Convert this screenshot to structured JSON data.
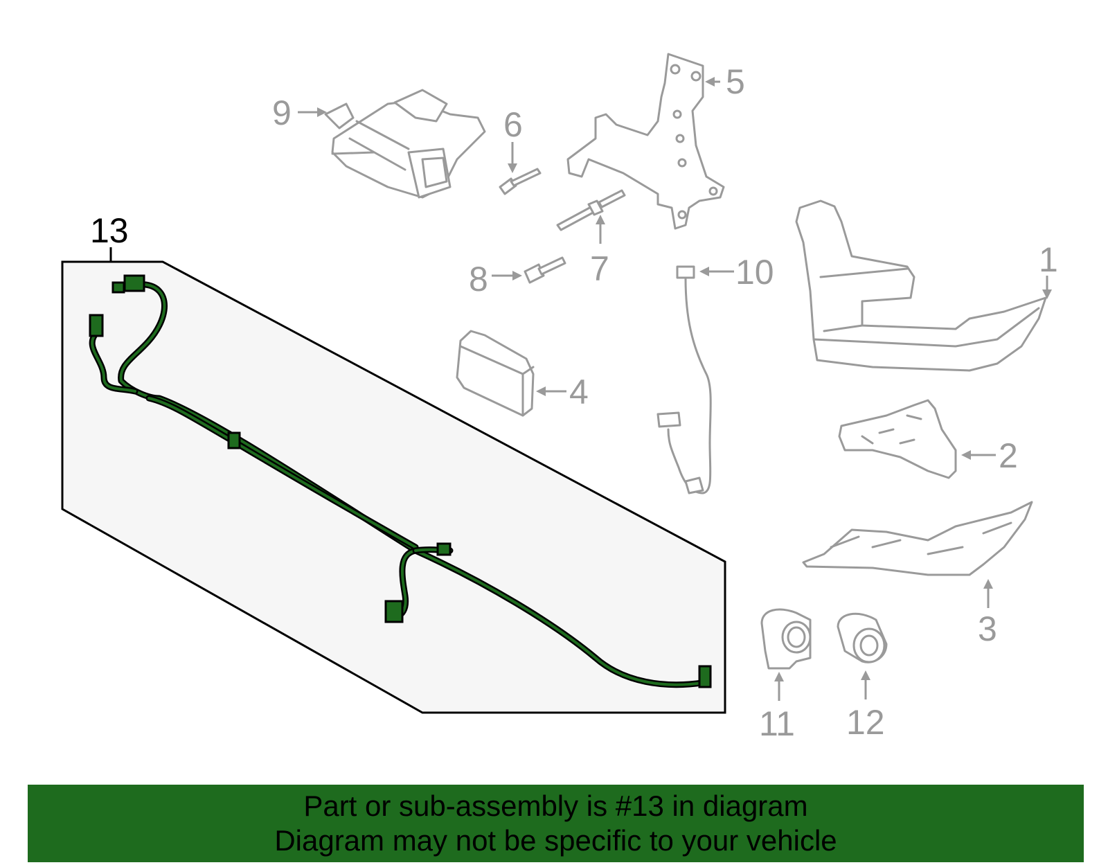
{
  "callouts": {
    "c1": "1",
    "c2": "2",
    "c3": "3",
    "c4": "4",
    "c5": "5",
    "c6": "6",
    "c7": "7",
    "c8": "8",
    "c9": "9",
    "c10": "10",
    "c11": "11",
    "c12": "12",
    "c13": "13"
  },
  "banner": {
    "line1": "Part or sub-assembly is #13 in diagram",
    "line2": "Diagram may not be specific to your vehicle"
  },
  "colors": {
    "banner_bg": "#1e6b1e",
    "highlight_panel": "#f6f6f6",
    "part_stroke": "#9a9a9a",
    "harness_green": "#1e6b1e"
  }
}
